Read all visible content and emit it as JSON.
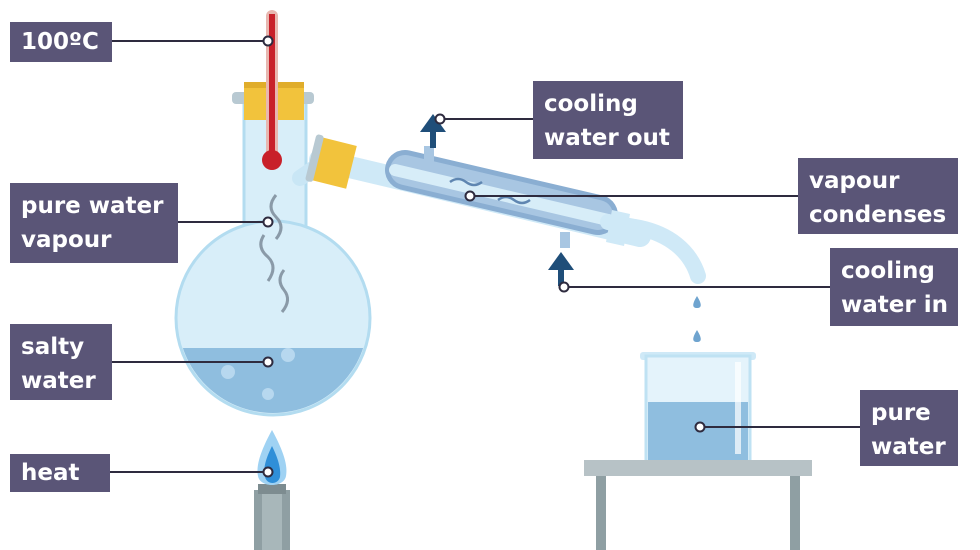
{
  "labels": {
    "temperature": "100ºC",
    "pure_water_vapour": [
      "pure water",
      "vapour"
    ],
    "salty_water": [
      "salty",
      "water"
    ],
    "heat": "heat",
    "cooling_water_out": [
      "cooling",
      "water out"
    ],
    "vapour_condenses": [
      "vapour",
      "condenses"
    ],
    "cooling_water_in": [
      "cooling",
      "water in"
    ],
    "pure_water": [
      "pure",
      "water"
    ]
  },
  "colors": {
    "label_bg": "#5a5577",
    "glass": "#cfeaf7",
    "glass_edge": "#a9d7ee",
    "liquid": "#8fbedf",
    "thermometer_red": "#c8202a",
    "stopper": "#f2c33c",
    "arrow": "#1f4e79",
    "flame": "#2f8fd8",
    "stand": "#b7c2c6"
  },
  "icons": [
    "thermometer-icon",
    "flame-icon",
    "arrow-up-icon"
  ]
}
